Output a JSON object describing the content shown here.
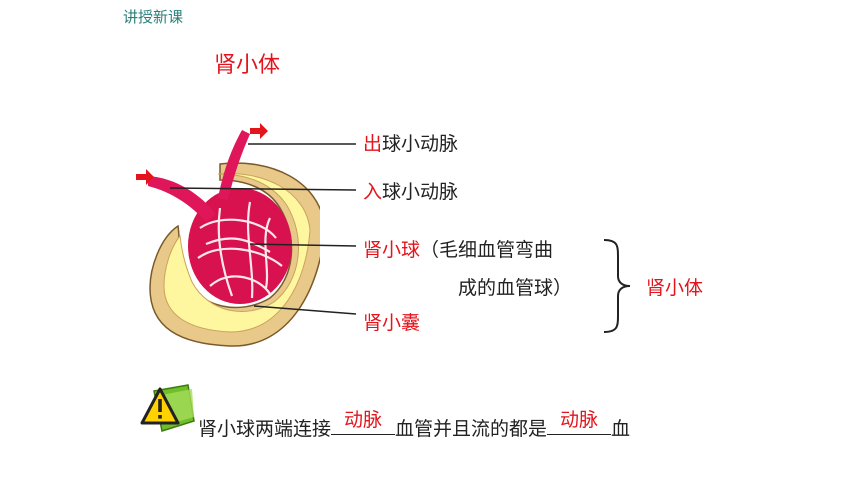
{
  "header": {
    "text": "讲授新课"
  },
  "title": "肾小体",
  "labels": {
    "efferent": {
      "highlight": "出",
      "rest": "球小动脉"
    },
    "afferent": {
      "highlight": "入",
      "rest": "球小动脉"
    },
    "glomerulus": {
      "name": "肾小球",
      "desc_line1": "（毛细血管弯曲",
      "desc_line2": "成的血管球）"
    },
    "capsule": {
      "name": "肾小囊"
    },
    "corpuscle": "肾小体"
  },
  "question": {
    "part1": "肾小球两端连接",
    "answer1": "动脉",
    "part2": "血管并且流的都是",
    "answer2": "动脉",
    "part3": "血"
  },
  "icons": {
    "warning": "warning-icon",
    "arrows": "flow-arrow-icon"
  },
  "colors": {
    "accent_red": "#e3141c",
    "header_teal": "#2a7f7a",
    "vessel": "#e0165a",
    "capsule_yellow": "#fff9a8",
    "capsule_wall": "#e6c27a"
  }
}
